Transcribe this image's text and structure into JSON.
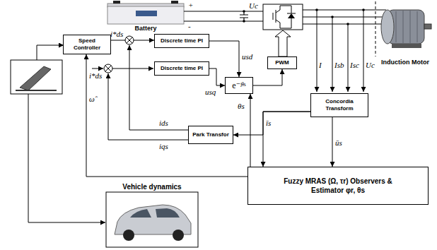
{
  "diagram": {
    "nodes": [
      {
        "text": [
          "Battery"
        ]
      },
      {
        "text": [
          "Induction Motor"
        ]
      },
      {
        "text": [
          "Speed Controller"
        ]
      },
      {
        "text": [
          "Discrete time PI"
        ]
      },
      {
        "text": [
          "Discrete time PI"
        ]
      },
      {
        "text": [
          "PWM"
        ]
      },
      {
        "text": [
          "e⁻ʲᶿˢ"
        ]
      },
      {
        "text": [
          "Concordia Transform"
        ]
      },
      {
        "text": [
          "Park Transfor"
        ]
      },
      {
        "text": [
          "Fuzzy MRAS (Ω, τr) Observers & Estimator φr, θs"
        ]
      },
      {
        "text": [
          "Vehicle dynamics"
        ]
      }
    ],
    "edges": [
      {
        "from": 2,
        "to": 3,
        "arrow": "to"
      },
      {
        "from": 3,
        "to": 6,
        "arrow": "to"
      },
      {
        "from": 4,
        "to": 6,
        "arrow": "to"
      },
      {
        "from": 6,
        "to": 5,
        "arrow": "to"
      },
      {
        "from": 7,
        "to": 8,
        "arrow": "to"
      },
      {
        "from": 7,
        "to": 9,
        "arrow": "to"
      },
      {
        "from": 7,
        "to": 9,
        "arrow": "to"
      },
      {
        "from": 9,
        "to": 6,
        "arrow": "to"
      },
      {
        "from": 9,
        "to": 2,
        "arrow": "to"
      }
    ],
    "labels": [
      "Uc",
      "+",
      "-",
      "I",
      "Isb",
      "Isc",
      "Uc",
      "i*ds",
      "i*ds",
      "ω̂",
      "usd",
      "usq",
      "θs",
      "ids",
      "iqs",
      "īs",
      "ūs"
    ]
  }
}
